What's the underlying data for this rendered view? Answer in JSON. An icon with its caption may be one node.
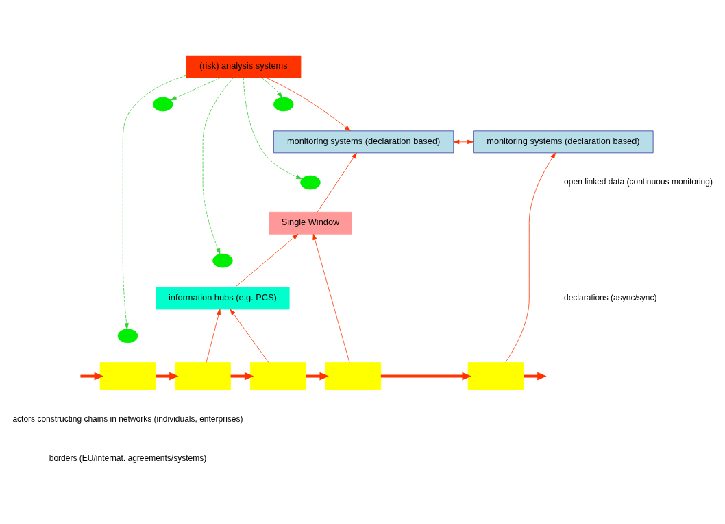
{
  "diagram": {
    "nodes": [
      {
        "text": [
          "(risk) analysis systems"
        ]
      },
      {
        "text": [],
        "shape": "circle"
      },
      {
        "text": [],
        "shape": "circle"
      },
      {
        "text": [
          "monitoring systems (declaration based)"
        ]
      },
      {
        "text": [
          "monitoring systems (declaration based)"
        ]
      },
      {
        "text": [],
        "shape": "circle"
      },
      {
        "text": [
          "Single Window"
        ]
      },
      {
        "text": [],
        "shape": "circle"
      },
      {
        "text": [
          "information hubs (e.g. PCS)"
        ]
      },
      {
        "text": [],
        "shape": "circle"
      },
      {
        "text": [],
        "shape": "box"
      },
      {
        "text": [],
        "shape": "box"
      },
      {
        "text": [],
        "shape": "box"
      },
      {
        "text": [],
        "shape": "box"
      },
      {
        "text": [],
        "shape": "box"
      }
    ],
    "edges": [
      {
        "from": 0,
        "to": 1,
        "arrow": "to",
        "style": "dashed",
        "color": "#33cc33"
      },
      {
        "from": 0,
        "to": 2,
        "arrow": "to",
        "style": "dashed",
        "color": "#33cc33"
      },
      {
        "from": 0,
        "to": 5,
        "arrow": "to",
        "style": "dashed",
        "color": "#33cc33"
      },
      {
        "from": 0,
        "to": 7,
        "arrow": "to",
        "style": "dashed",
        "color": "#33cc33"
      },
      {
        "from": 0,
        "to": 9,
        "arrow": "to",
        "style": "dashed",
        "color": "#33cc33"
      },
      {
        "from": 0,
        "to": 3,
        "arrow": "to"
      },
      {
        "from": 6,
        "to": 3,
        "arrow": "to"
      },
      {
        "from": 3,
        "to": 4,
        "arrow": "both"
      },
      {
        "from": 8,
        "to": 6,
        "arrow": "to"
      },
      {
        "from": 13,
        "to": 6,
        "arrow": "to"
      },
      {
        "from": 11,
        "to": 8,
        "arrow": "to"
      },
      {
        "from": 12,
        "to": 8,
        "arrow": "to"
      },
      {
        "from": 14,
        "to": 4,
        "arrow": "to"
      },
      {
        "from": null,
        "to": 10,
        "arrow": "to",
        "style": "thick"
      },
      {
        "from": 10,
        "to": 11,
        "arrow": "to",
        "style": "thick"
      },
      {
        "from": 11,
        "to": 12,
        "arrow": "to",
        "style": "thick"
      },
      {
        "from": 12,
        "to": 13,
        "arrow": "to",
        "style": "thick"
      },
      {
        "from": 13,
        "to": 14,
        "arrow": "to",
        "style": "thick"
      },
      {
        "from": 14,
        "to": null,
        "arrow": "to",
        "style": "thick"
      }
    ],
    "labels": [
      "open linked data (continuous monitoring)",
      "declarations (async/sync)",
      "actors constructing chains in networks (individuals, enterprises)",
      "borders (EU/internat. agreements/systems)"
    ]
  }
}
